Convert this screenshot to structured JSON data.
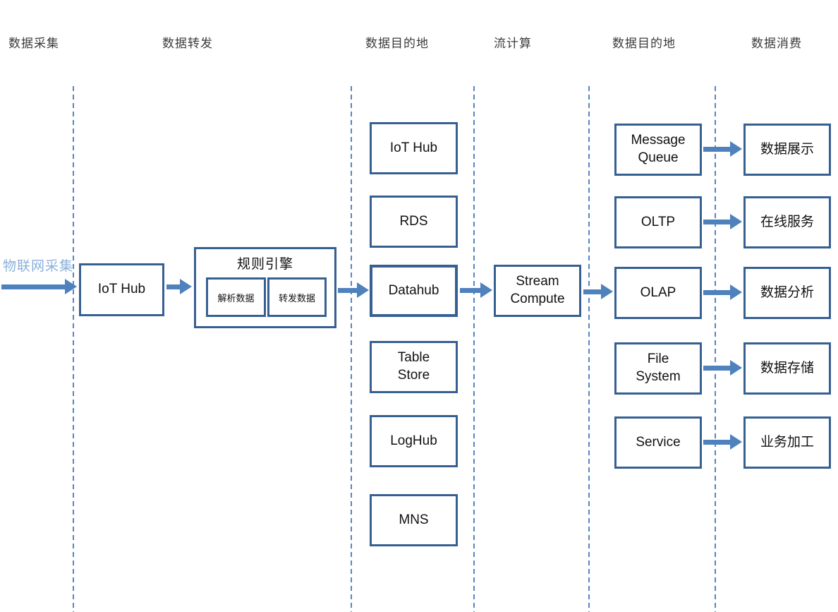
{
  "lanes": [
    {
      "label": "数据采集"
    },
    {
      "label": "数据转发"
    },
    {
      "label": "数据目的地"
    },
    {
      "label": "流计算"
    },
    {
      "label": "数据目的地"
    },
    {
      "label": "数据消费"
    }
  ],
  "nodes": {
    "source_label": "物联网采集",
    "gateway": "IoT Hub",
    "rule_engine": {
      "title": "规则引擎",
      "parse": "解析数据",
      "forward": "转发数据"
    },
    "destinations1": [
      "IoT Hub",
      "RDS",
      "Datahub",
      "Table Store",
      "LogHub",
      "MNS"
    ],
    "stream_compute": "Stream Compute",
    "destinations2": [
      "Message Queue",
      "OLTP",
      "OLAP",
      "File System",
      "Service"
    ],
    "consumers": [
      "数据展示",
      "在线服务",
      "数据分析",
      "数据存储",
      "业务加工"
    ]
  },
  "colors": {
    "box_border": "#376092",
    "arrow": "#4F81BD",
    "lane_line": "#5585BE",
    "source_text": "#8AB0DC",
    "header_text": "#3B3B3B"
  }
}
